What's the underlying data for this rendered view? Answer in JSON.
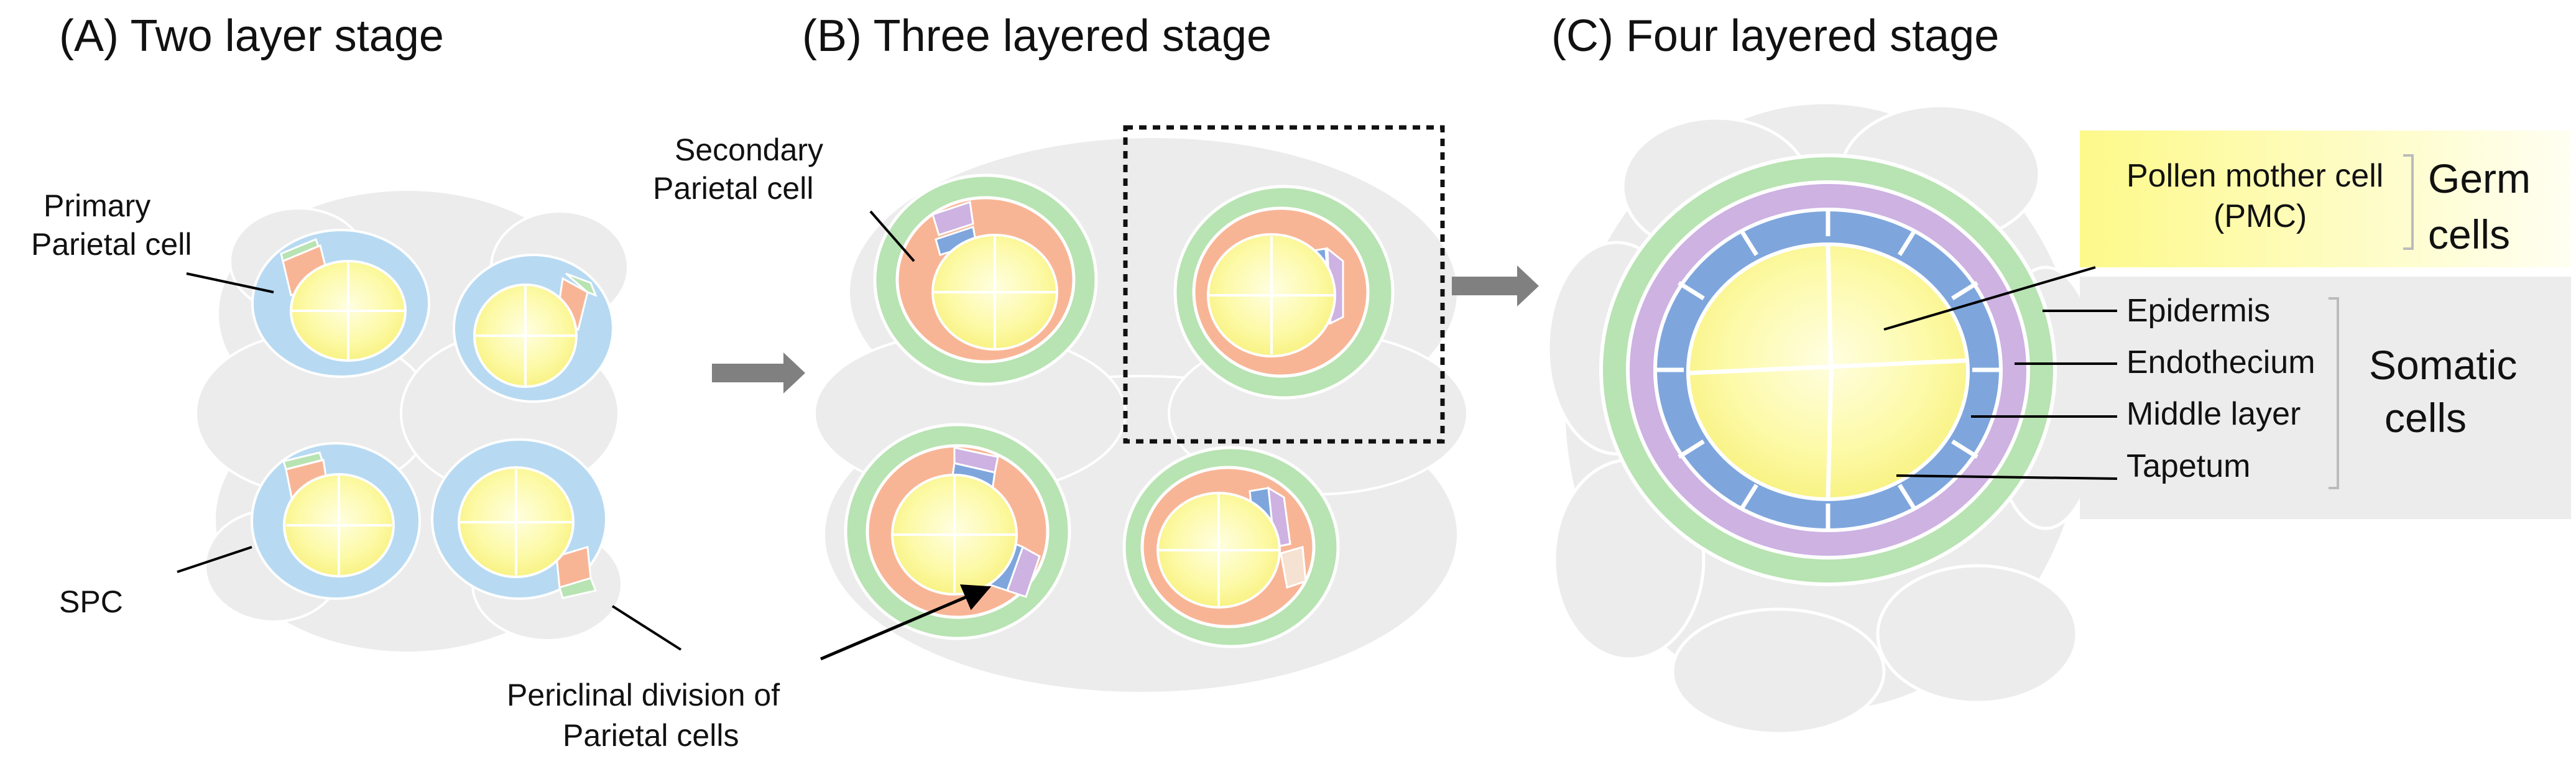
{
  "panels": {
    "a": {
      "title": "(A) Two layer stage"
    },
    "b": {
      "title": "(B) Three layered stage"
    },
    "c": {
      "title": "(C) Four layered stage"
    }
  },
  "labels": {
    "primary_parietal_line1": "Primary",
    "primary_parietal_line2": "Parietal cell",
    "spc": "SPC",
    "secondary_parietal_line1": "Secondary",
    "secondary_parietal_line2": "Parietal cell",
    "periclinal_line1": "Periclinal division of",
    "periclinal_line2": "Parietal cells",
    "pmc_line1": "Pollen mother cell",
    "pmc_line2": "(PMC)",
    "germ_line1": "Germ",
    "germ_line2": "cells",
    "epidermis": "Epidermis",
    "endothecium": "Endothecium",
    "middle_layer": "Middle layer",
    "tapetum": "Tapetum",
    "somatic_line1": "Somatic",
    "somatic_line2": "cells"
  },
  "colors": {
    "pmc_yellow": "#fdfaa0",
    "tapetum_blue": "#7ea6dd",
    "middle_purple": "#cdb2e2",
    "endothecium_orange": "#f8b596",
    "epidermis_green": "#b8e3b2",
    "primary_layer_blue": "#b7daf2",
    "background_cell": "#ececec",
    "arrow_gray": "#808080"
  }
}
